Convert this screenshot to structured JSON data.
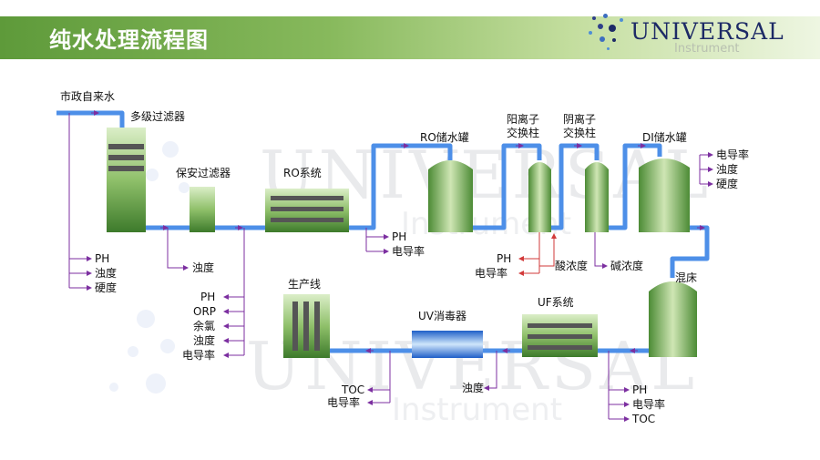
{
  "header": {
    "title": "纯水处理流程图"
  },
  "logo": {
    "name": "UNIVERSAL",
    "sub": "Instrument"
  },
  "watermark": {
    "word": "UNIVERSAL",
    "sub": "Instrument"
  },
  "colors": {
    "pipe": "#4d8fe8",
    "tank_dark": "#3f7a2a",
    "tank_light": "#d9ecc4",
    "arrow": "#d23a3a",
    "uv": "#2f7fe0"
  },
  "units": {
    "source": "市政自来水",
    "multi_filter": "多级过滤器",
    "security_filter": "保安过滤器",
    "ro_system": "RO系统",
    "ro_tank": "RO储水罐",
    "cation": "阳离子\n交换柱",
    "anion": "阴离子\n交换柱",
    "di_tank": "DI储水罐",
    "mixed_bed": "混床",
    "uf_system": "UF系统",
    "uv": "UV消毒器",
    "production": "生产线"
  },
  "measures": {
    "source": [
      "PH",
      "浊度",
      "硬度"
    ],
    "security": [
      "浊度"
    ],
    "ro_out": [
      "PH",
      "电导率"
    ],
    "cation": [
      "PH",
      "电导率"
    ],
    "acid": "酸浓度",
    "alkali": "碱浓度",
    "di": [
      "电导率",
      "浊度",
      "硬度"
    ],
    "uf_out": [
      "PH",
      "电导率",
      "TOC"
    ],
    "uv_in": [
      "浊度"
    ],
    "production": [
      "TOC",
      "电导率"
    ],
    "left_return": [
      "PH",
      "ORP",
      "余氯",
      "浊度",
      "电导率"
    ]
  }
}
